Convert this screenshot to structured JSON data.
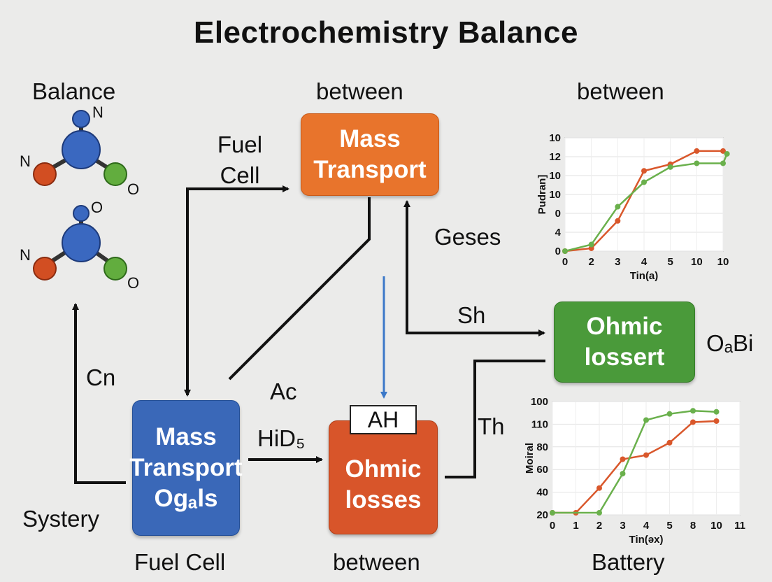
{
  "title": "Electrochemistry Balance",
  "labels": {
    "balance": "Balance",
    "between_top_mid": "between",
    "between_top_right": "between",
    "fuel_cell_top_1": "Fuel",
    "fuel_cell_top_2": "Cell",
    "geses": "Geses",
    "sh": "Sh",
    "cn": "Cn",
    "ac": "Ac",
    "hid": "HiD₅",
    "th": "Th",
    "oabi": "OₐBi",
    "systery": "Systery",
    "fuel_cell_bottom": "Fuel Cell",
    "between_bottom": "between",
    "battery": "Battery"
  },
  "molecules": {
    "top": {
      "center": "",
      "top_atom": "N",
      "left_atom": "N",
      "right_atom": "O"
    },
    "bottom": {
      "center": "",
      "top_atom": "O",
      "left_atom": "N",
      "right_atom": "O"
    }
  },
  "boxes": {
    "mass_transport_top": {
      "line1": "Mass",
      "line2": "Transport"
    },
    "mass_transport_bottom": {
      "line1": "Mass",
      "line2": "Transport",
      "line3": "Ogₐls"
    },
    "ohmic_losses_bottom": {
      "line1": "Ohmic",
      "line2": "losses",
      "tag": "AH"
    },
    "ohmic_losses_right": {
      "line1": "Ohmic",
      "line2": "lossert"
    }
  },
  "colors": {
    "orange": "#e8742c",
    "red_orange": "#d8552a",
    "blue": "#3a68b8",
    "green": "#4a9a3a",
    "arrow_blue": "#3b78c8",
    "series_red": "#d9572b",
    "series_green": "#6ab04c"
  },
  "chart_data": [
    {
      "type": "line",
      "title": "",
      "xlabel": "Tin(a)",
      "ylabel": "Pudran]",
      "x_ticks": [
        "0",
        "2",
        "3",
        "4",
        "5",
        "10",
        "10"
      ],
      "y_ticks": [
        "0",
        "4",
        "0",
        "10",
        "10",
        "12",
        "10"
      ],
      "series": [
        {
          "color": "red",
          "x_index": [
            0,
            1,
            2,
            3,
            4,
            5,
            6
          ],
          "values": [
            0,
            0.3,
            3.2,
            8.5,
            9.2,
            10.6,
            10.6
          ]
        },
        {
          "color": "green",
          "x_index": [
            0,
            1,
            2,
            3,
            4,
            5,
            6,
            6.15
          ],
          "values": [
            0,
            0.7,
            4.7,
            7.3,
            8.9,
            9.3,
            9.3,
            10.3
          ]
        }
      ]
    },
    {
      "type": "line",
      "title": "",
      "xlabel": "Tin(ǝx)",
      "ylabel": "Moiral",
      "x_ticks": [
        "0",
        "1",
        "2",
        "3",
        "4",
        "5",
        "8",
        "10",
        "11"
      ],
      "y_ticks": [
        "20",
        "40",
        "60",
        "80",
        "110",
        "100"
      ],
      "series": [
        {
          "color": "red",
          "x_index": [
            0,
            1,
            2,
            3,
            4,
            5,
            6,
            7
          ],
          "values": [
            12,
            12,
            36,
            64,
            68,
            80,
            100,
            101
          ]
        },
        {
          "color": "green",
          "x_index": [
            0,
            2,
            3,
            4,
            5,
            6,
            7
          ],
          "values": [
            12,
            12,
            50,
            102,
            108,
            111,
            110
          ]
        }
      ]
    }
  ]
}
